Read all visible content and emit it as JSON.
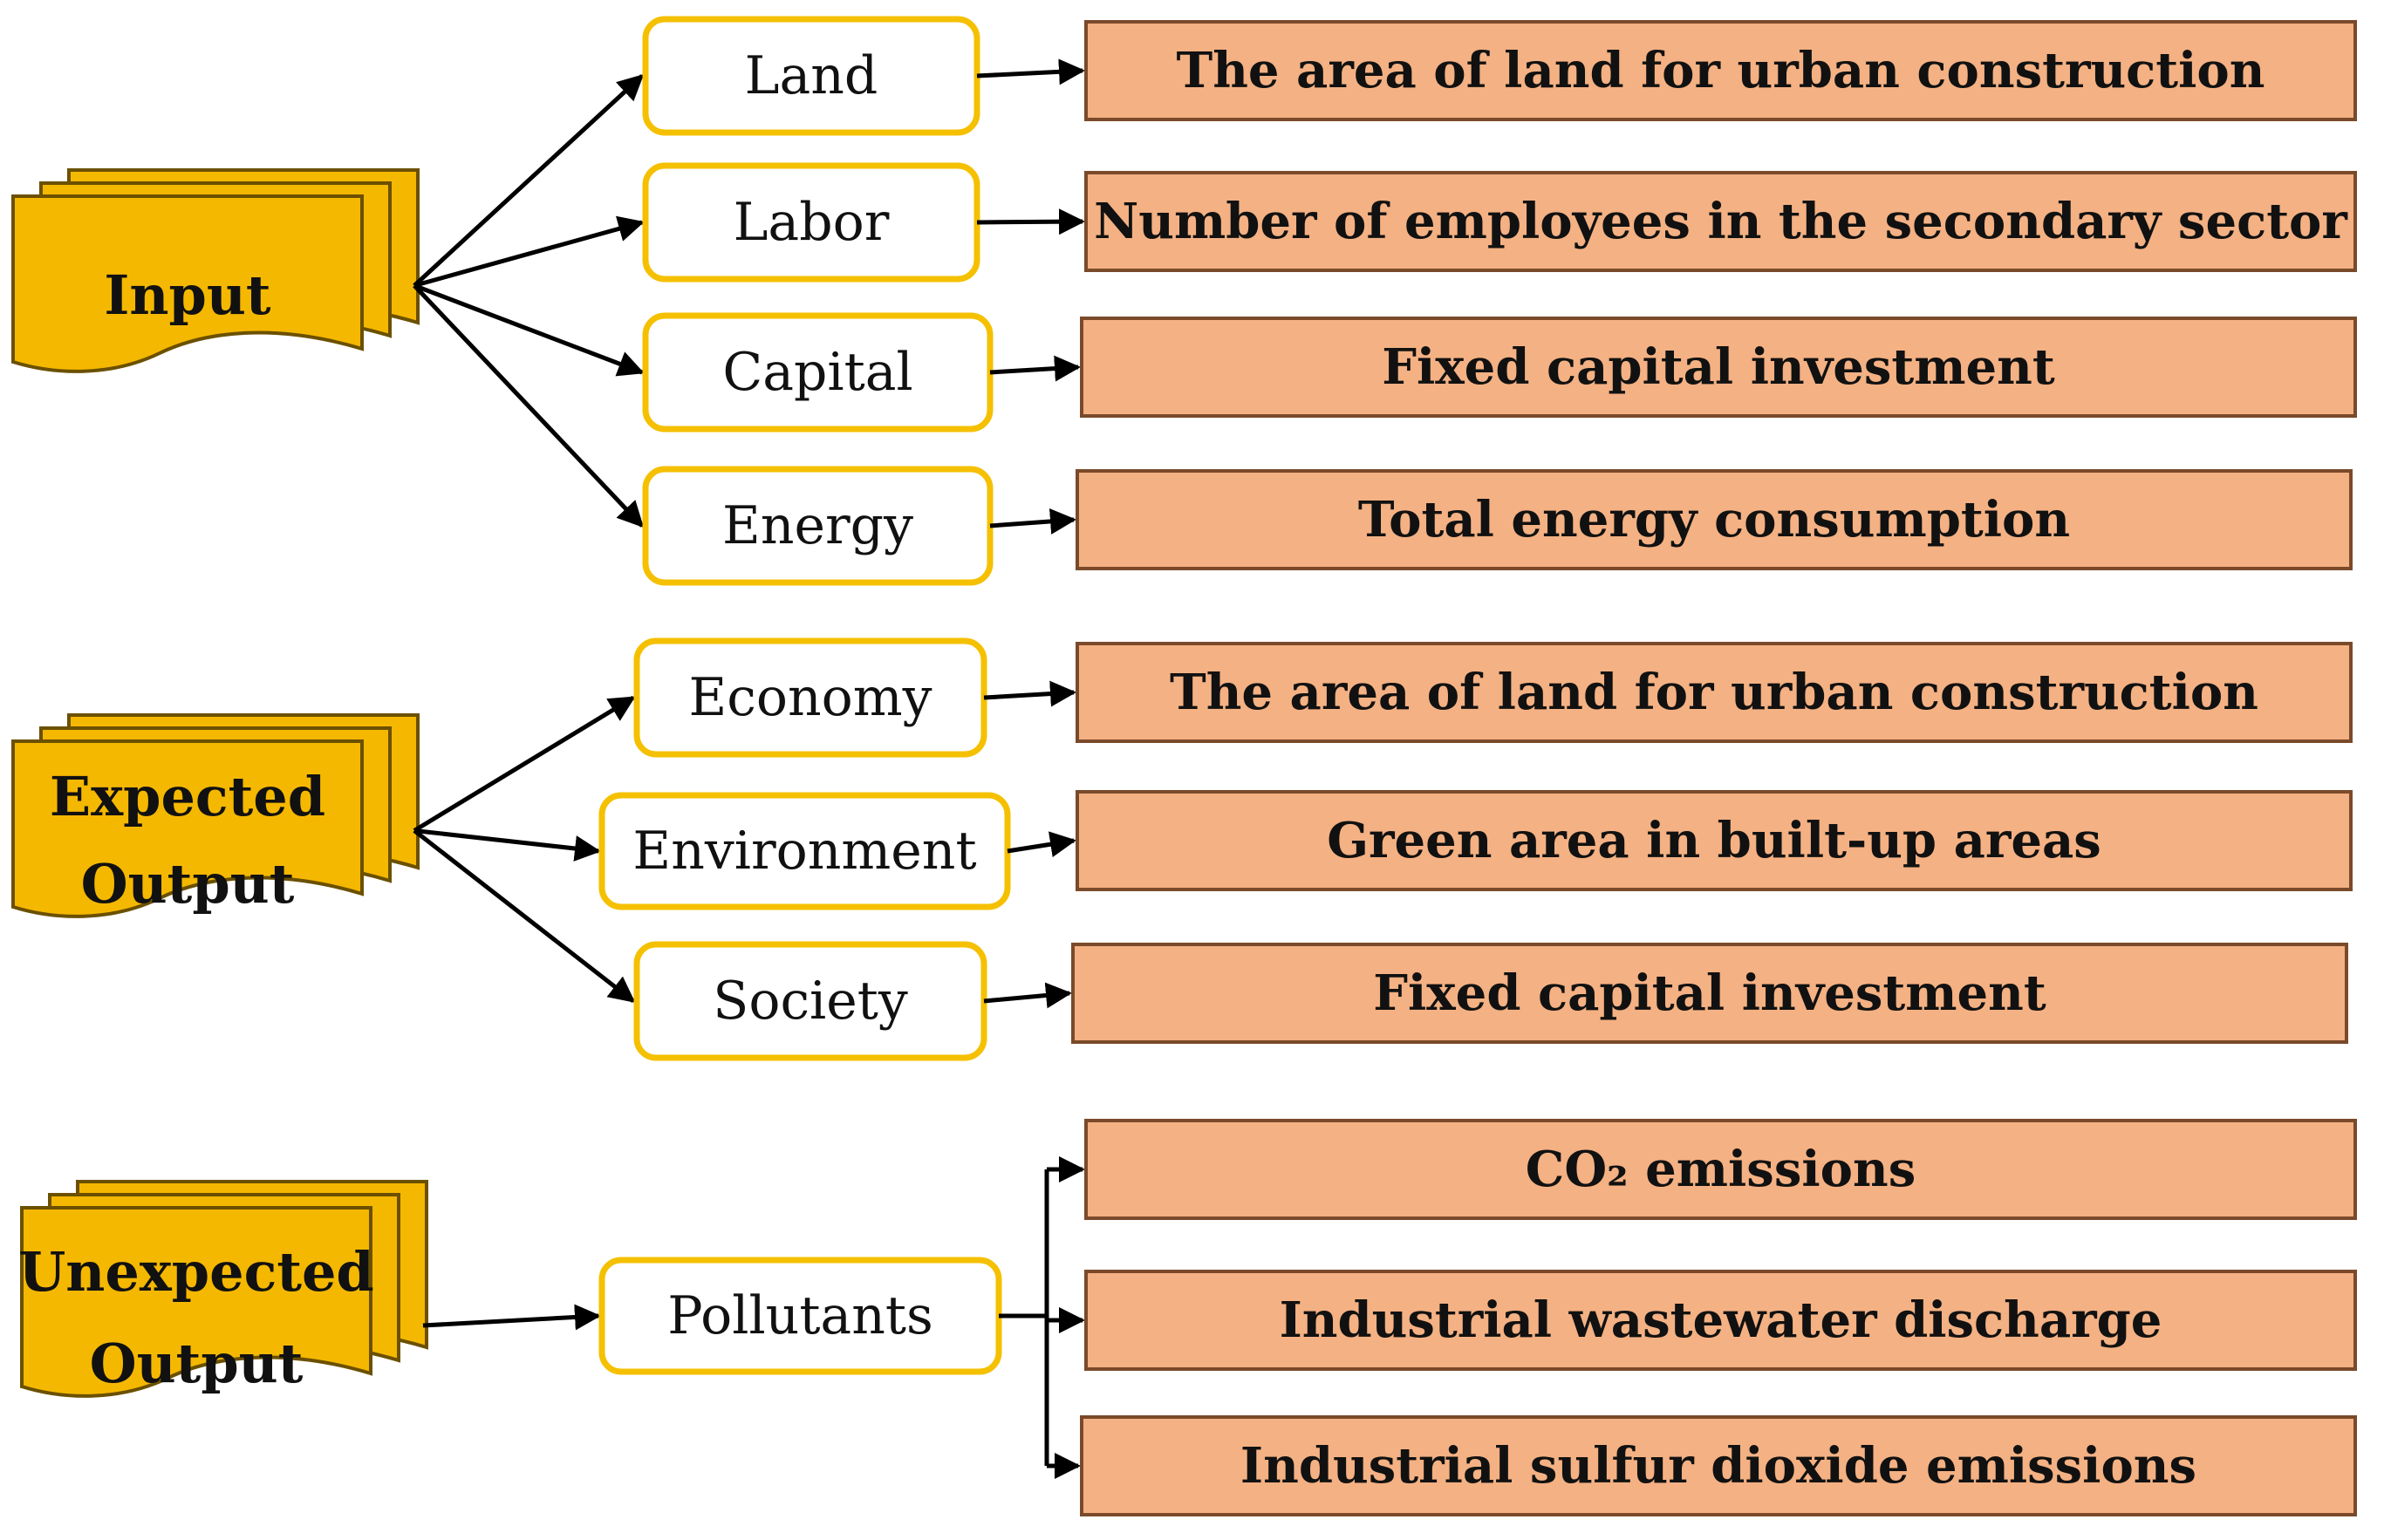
{
  "groups": [
    {
      "id": "input",
      "label_lines": [
        "Input"
      ],
      "items": [
        {
          "category": "Land",
          "indicators": [
            "The area of land for urban construction"
          ]
        },
        {
          "category": "Labor",
          "indicators": [
            "Number of employees in the secondary sector"
          ]
        },
        {
          "category": "Capital",
          "indicators": [
            "Fixed capital investment"
          ]
        },
        {
          "category": "Energy",
          "indicators": [
            "Total energy consumption"
          ]
        }
      ]
    },
    {
      "id": "expected-output",
      "label_lines": [
        "Expected",
        "Output"
      ],
      "items": [
        {
          "category": "Economy",
          "indicators": [
            "The area of land for urban construction"
          ]
        },
        {
          "category": "Environment",
          "indicators": [
            "Green area in built-up areas"
          ]
        },
        {
          "category": "Society",
          "indicators": [
            "Fixed capital investment"
          ]
        }
      ]
    },
    {
      "id": "unexpected-output",
      "label_lines": [
        "Unexpected",
        "Output"
      ],
      "items": [
        {
          "category": "Pollutants",
          "indicators": [
            "CO₂ emissions",
            "Industrial wastewater discharge",
            "Industrial sulfur dioxide emissions"
          ]
        }
      ]
    }
  ],
  "colors": {
    "group_fill": "#f5b800",
    "category_border": "#f5c000",
    "indicator_fill": "#f4b183",
    "indicator_border": "#7a4a2a",
    "connector": "#000000"
  }
}
